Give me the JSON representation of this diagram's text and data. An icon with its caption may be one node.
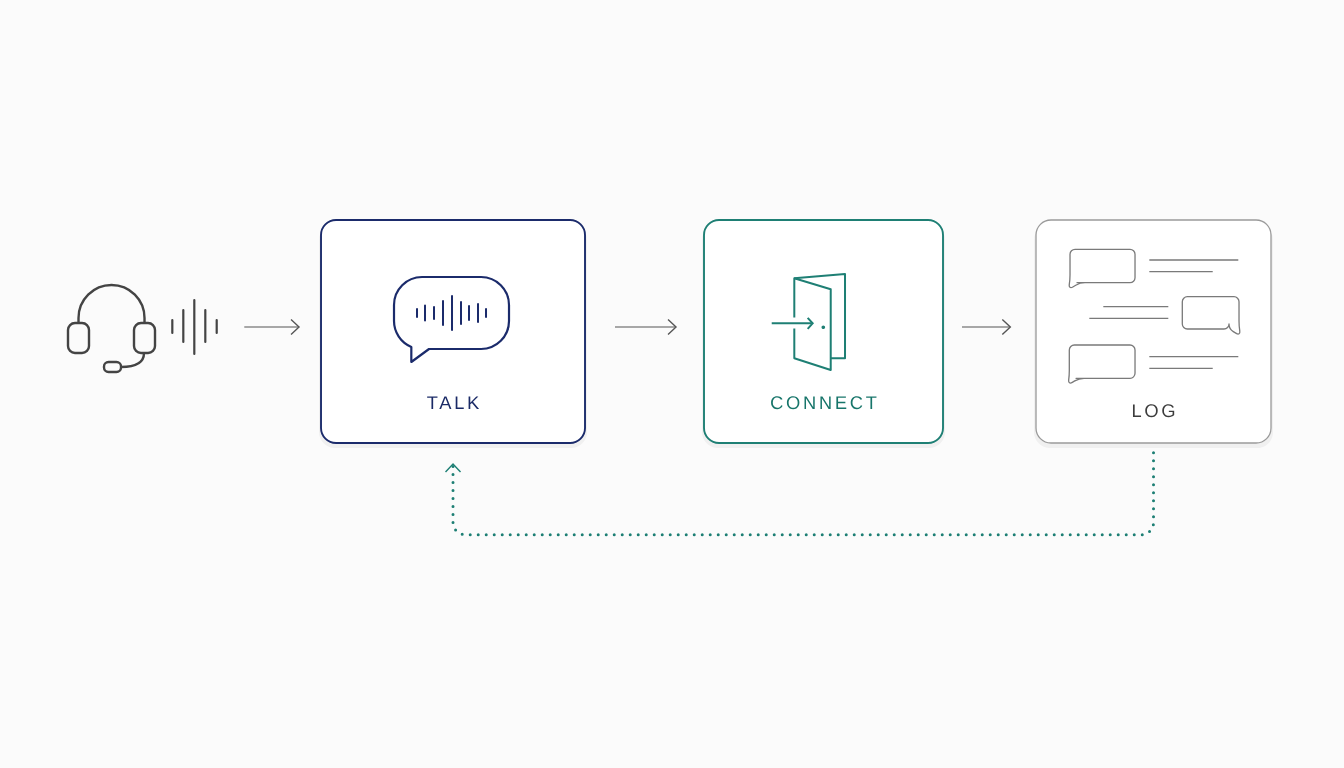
{
  "diagram": {
    "nodes": [
      {
        "text": [],
        "shape": "picture"
      },
      {
        "text": [
          "TALK"
        ]
      },
      {
        "text": [
          "CONNECT"
        ]
      },
      {
        "text": [
          "LOG"
        ]
      }
    ],
    "edges": [
      {
        "from": 0,
        "to": 1,
        "arrow": "to"
      },
      {
        "from": 1,
        "to": 2,
        "arrow": "to"
      },
      {
        "from": 2,
        "to": 3,
        "arrow": "to"
      },
      {
        "from": 3,
        "to": 1,
        "arrow": "to",
        "style": "dashed",
        "color": "#1d7f74"
      }
    ]
  }
}
